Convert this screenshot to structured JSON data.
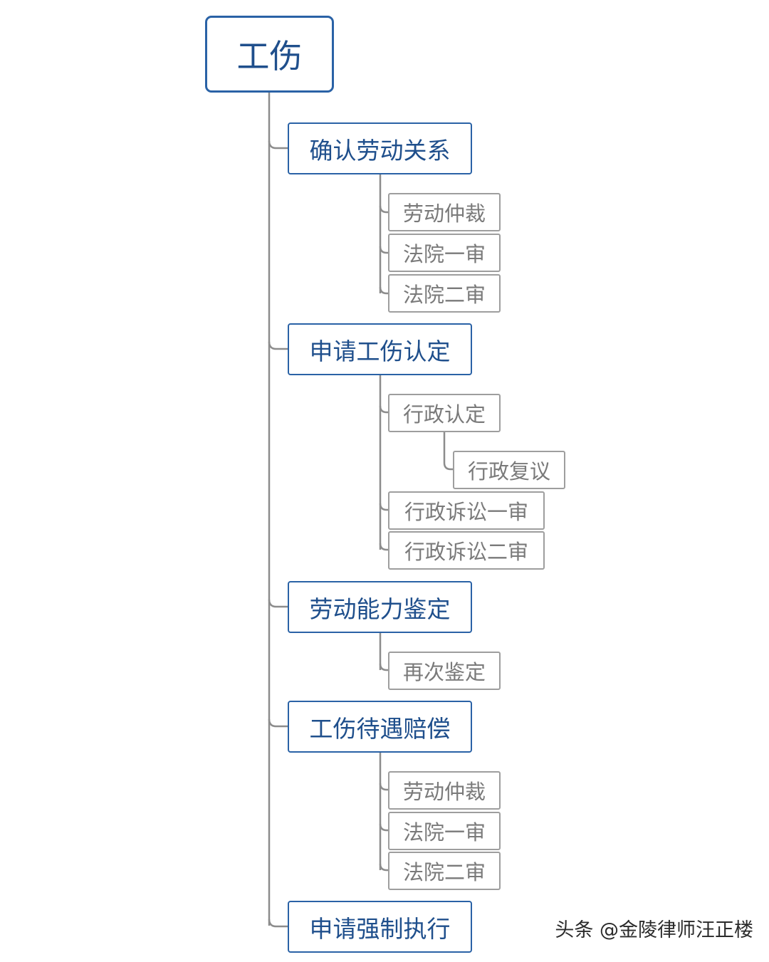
{
  "root": "工伤",
  "branches": [
    {
      "label": "确认劳动关系",
      "children": [
        "劳动仲裁",
        "法院一审",
        "法院二审"
      ]
    },
    {
      "label": "申请工伤认定",
      "children": [
        "行政认定",
        "行政复议",
        "行政诉讼一审",
        "行政诉讼二审"
      ]
    },
    {
      "label": "劳动能力鉴定",
      "children": [
        "再次鉴定"
      ]
    },
    {
      "label": "工伤待遇赔偿",
      "children": [
        "劳动仲裁",
        "法院一审",
        "法院二审"
      ]
    },
    {
      "label": "申请强制执行",
      "children": []
    }
  ],
  "watermark": "头条 @金陵律师汪正楼",
  "colors": {
    "primary_border": "#2a62a6",
    "primary_text": "#1f4f8c",
    "secondary_border": "#9e9e9e",
    "secondary_text": "#7a7a7a",
    "connector": "#8c8c8c"
  }
}
